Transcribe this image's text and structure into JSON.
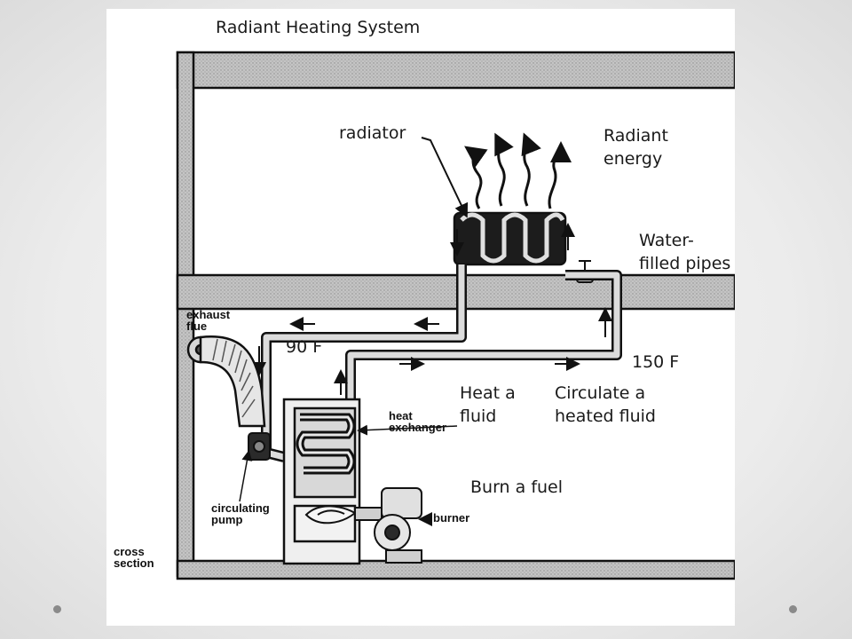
{
  "slide": {
    "title": "Radiant Heating System",
    "labels": {
      "radiator": "radiator",
      "radiant_energy": "Radiant\nenergy",
      "water_filled_pipes": "Water-\nfilled pipes",
      "temp_low": "90 F",
      "temp_high": "150 F",
      "heat_fluid": "Heat a\nfluid",
      "circulate_fluid": "Circulate a\nheated fluid",
      "burn_fuel": "Burn a fuel"
    }
  },
  "scan_labels": {
    "exhaust_flue": "exhaust\nflue",
    "heat_exchanger": "heat\nexchanger",
    "circulating_pump": "circulating\npump",
    "burner": "burner",
    "cross_section": "cross\nsection"
  },
  "colors": {
    "ink": "#1a1a1a",
    "scan_gray": "#c9c9c9",
    "pipe_fill": "#d6d6d6"
  }
}
